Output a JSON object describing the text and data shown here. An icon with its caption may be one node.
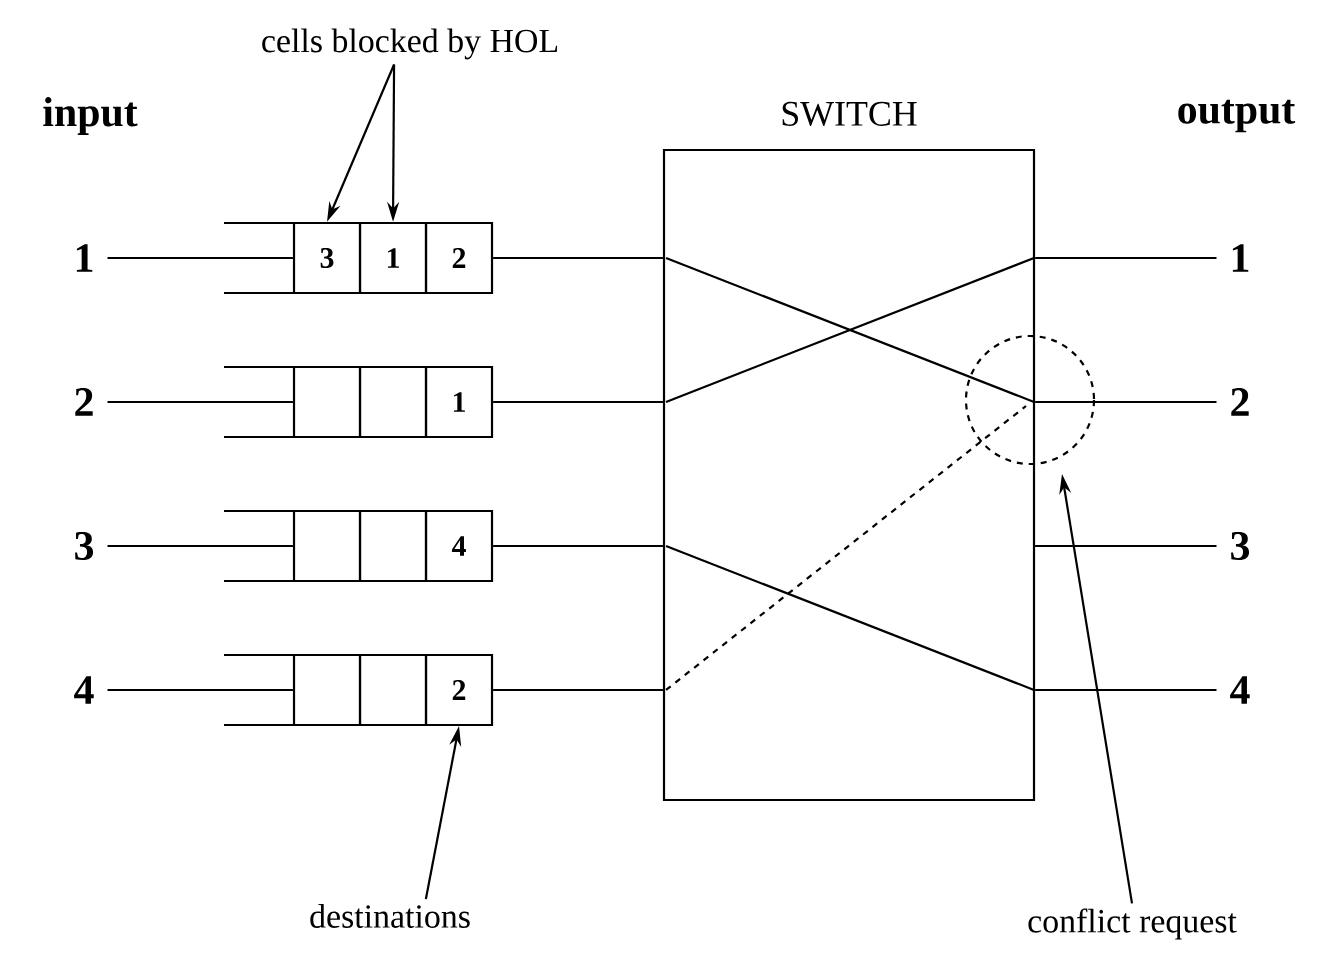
{
  "diagram": {
    "nodes": [
      {
        "text": [
          "cells blocked by HOL"
        ]
      },
      {
        "text": [
          "SWITCH"
        ]
      },
      {
        "text": [
          "3"
        ]
      },
      {
        "text": [
          "1"
        ]
      },
      {
        "text": [
          "2"
        ]
      },
      {
        "text": [],
        "shape": "box"
      },
      {
        "text": [],
        "shape": "box"
      },
      {
        "text": [
          "1"
        ]
      },
      {
        "text": [],
        "shape": "box"
      },
      {
        "text": [],
        "shape": "box"
      },
      {
        "text": [
          "4"
        ]
      },
      {
        "text": [],
        "shape": "box"
      },
      {
        "text": [],
        "shape": "box"
      },
      {
        "text": [
          "2"
        ]
      },
      {
        "text": [
          "1"
        ]
      },
      {
        "text": [
          "2"
        ]
      },
      {
        "text": [
          "3"
        ]
      },
      {
        "text": [
          "4"
        ]
      },
      {
        "text": [
          "1"
        ]
      },
      {
        "text": [
          "2"
        ]
      },
      {
        "text": [
          "3"
        ]
      },
      {
        "text": [
          "4"
        ]
      },
      {
        "text": [
          "destinations"
        ]
      },
      {
        "text": [
          "conflict request"
        ]
      }
    ],
    "edges": [
      {
        "from": 14,
        "to": 2,
        "arrow": "none"
      },
      {
        "from": 15,
        "to": 5,
        "arrow": "none"
      },
      {
        "from": 16,
        "to": 8,
        "arrow": "none"
      },
      {
        "from": 17,
        "to": 11,
        "arrow": "none"
      },
      {
        "from": 4,
        "to": 1,
        "arrow": "none"
      },
      {
        "from": 7,
        "to": 1,
        "arrow": "none"
      },
      {
        "from": 10,
        "to": 1,
        "arrow": "none"
      },
      {
        "from": 13,
        "to": 1,
        "arrow": "none"
      },
      {
        "from": 1,
        "to": 18,
        "arrow": "none"
      },
      {
        "from": 1,
        "to": 19,
        "arrow": "none"
      },
      {
        "from": 1,
        "to": 20,
        "arrow": "none"
      },
      {
        "from": 1,
        "to": 21,
        "arrow": "none"
      },
      {
        "from": 0,
        "to": 2,
        "arrow": "to"
      },
      {
        "from": 0,
        "to": 3,
        "arrow": "to"
      },
      {
        "from": 22,
        "to": 13,
        "arrow": "to"
      },
      {
        "from": 23,
        "to": null,
        "arrow": "to"
      }
    ],
    "labels": [
      "input",
      "output"
    ]
  }
}
